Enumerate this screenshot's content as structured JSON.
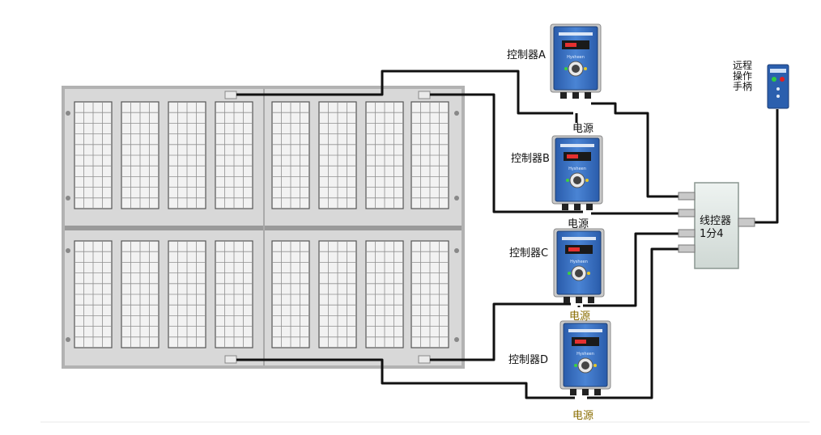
{
  "controllers": [
    {
      "label": "控制器A",
      "power": "电源",
      "brand": "Hysheen"
    },
    {
      "label": "控制器B",
      "power": "电源",
      "brand": "Hysheen"
    },
    {
      "label": "控制器C",
      "power": "电源",
      "brand": "Hysheen"
    },
    {
      "label": "控制器D",
      "power": "电源",
      "brand": "Hysheen"
    }
  ],
  "hub": {
    "line1": "线控器",
    "line2": "1分4"
  },
  "remote": {
    "lines": [
      "远程",
      "操作",
      "手柄"
    ]
  },
  "colors": {
    "cable": "#111111",
    "controller_blue": "#2c63b4",
    "controller_body": "#3b74c8",
    "hub_body": "#dfe6e3",
    "plate_frame": "#a9a9a9",
    "plate_bg": "#d9d9d9",
    "power_label_highlight": "#8a6d00"
  }
}
